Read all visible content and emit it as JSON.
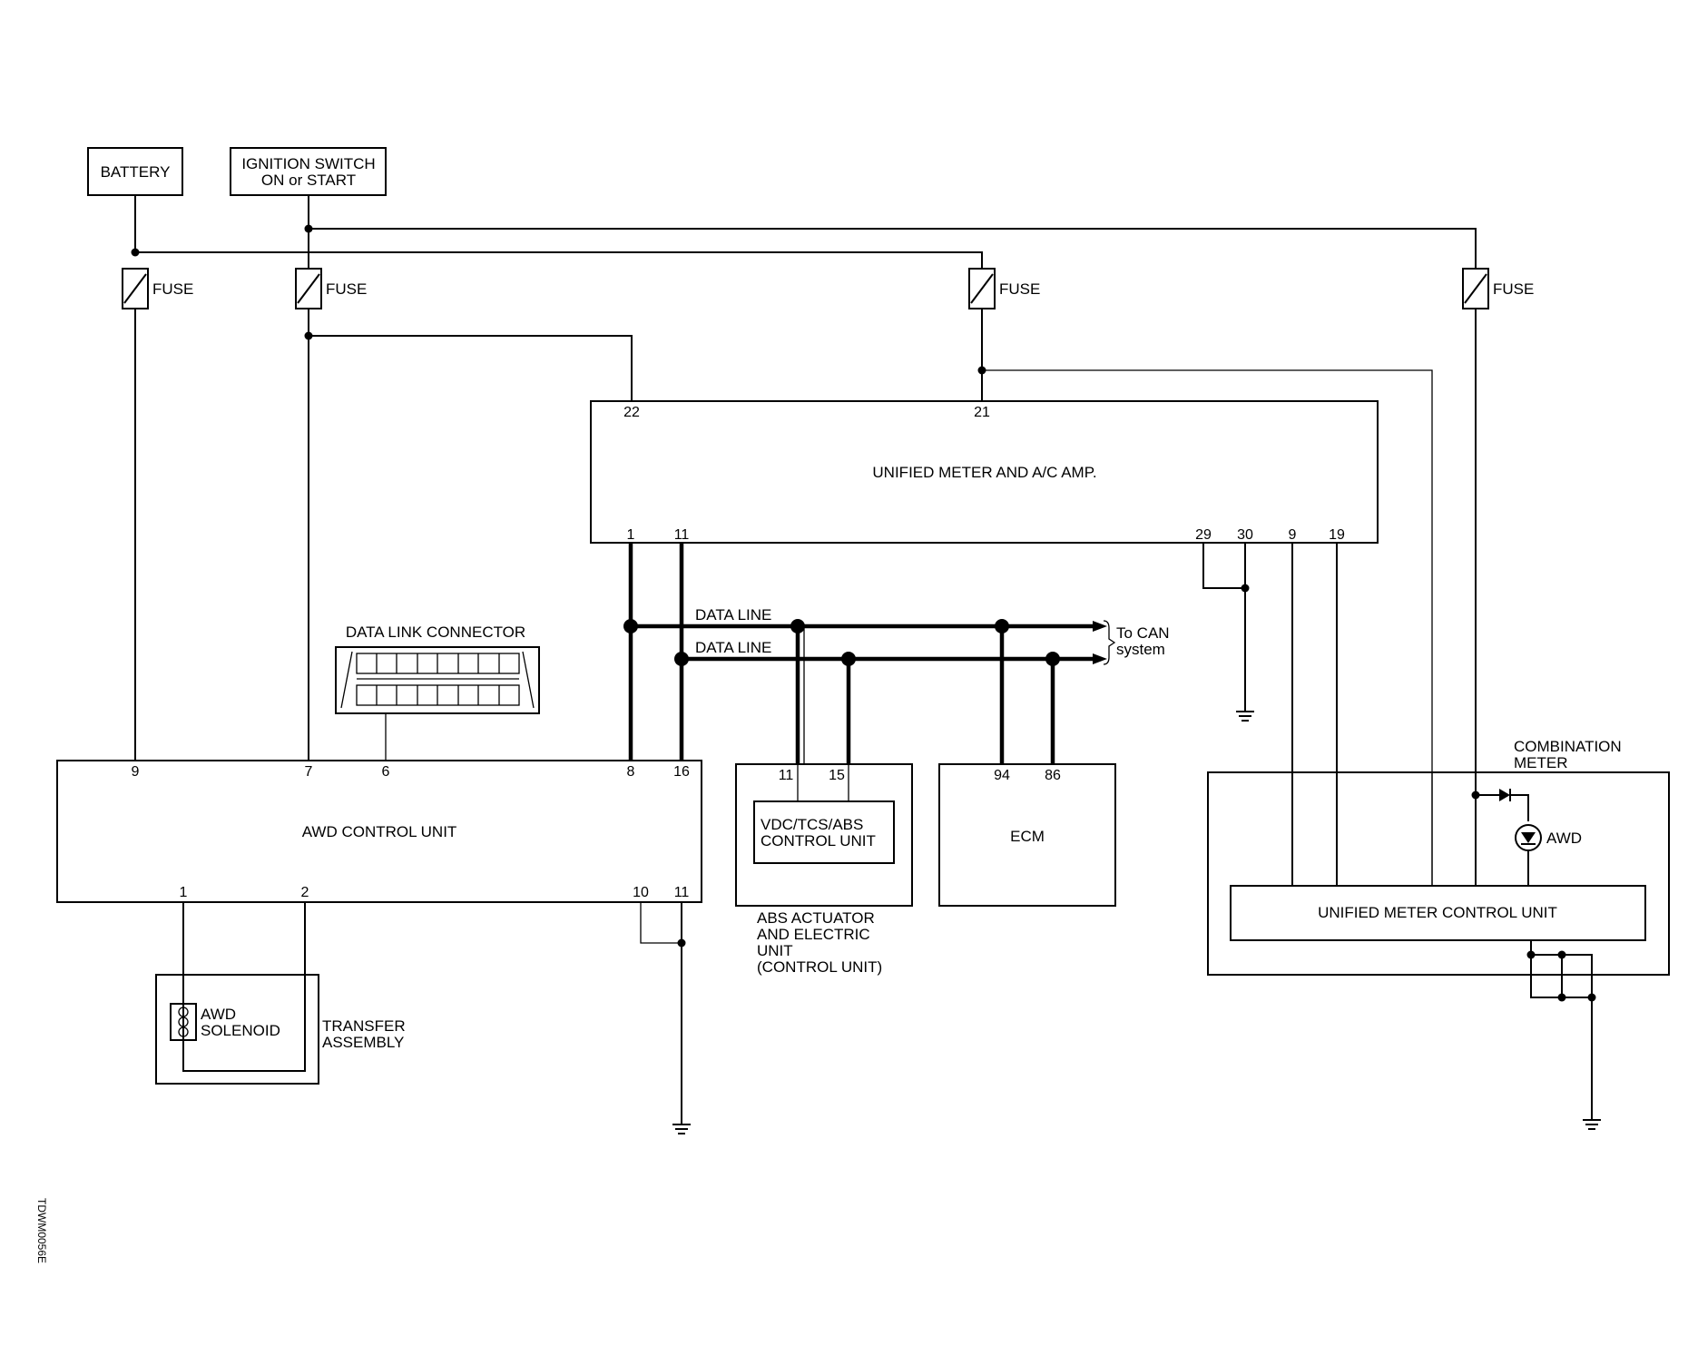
{
  "labels": {
    "battery": "BATTERY",
    "ignition_1": "IGNITION SWITCH",
    "ignition_2": "ON or START",
    "fuse": "FUSE",
    "unified_amp": "UNIFIED METER AND A/C AMP.",
    "data_link_connector": "DATA LINK CONNECTOR",
    "data_line": "DATA LINE",
    "to_can_1": "To CAN",
    "to_can_2": "system",
    "awd_control_unit": "AWD CONTROL UNIT",
    "vdc_1": "VDC/TCS/ABS",
    "vdc_2": "CONTROL UNIT",
    "abs_1": "ABS ACTUATOR",
    "abs_2": "AND ELECTRIC",
    "abs_3": "UNIT",
    "abs_4": "(CONTROL UNIT)",
    "ecm": "ECM",
    "combination_1": "COMBINATION",
    "combination_2": "METER",
    "awd_lamp": "AWD",
    "unified_meter_cu": "UNIFIED METER CONTROL UNIT",
    "solenoid_1": "AWD",
    "solenoid_2": "SOLENOID",
    "transfer_1": "TRANSFER",
    "transfer_2": "ASSEMBLY",
    "figure_code": "TDWM0056E"
  },
  "pins": {
    "amp_22": "22",
    "amp_21": "21",
    "amp_1": "1",
    "amp_11": "11",
    "amp_29": "29",
    "amp_30": "30",
    "amp_9": "9",
    "amp_19": "19",
    "awd_9": "9",
    "awd_7": "7",
    "awd_6": "6",
    "awd_8": "8",
    "awd_16": "16",
    "awd_1": "1",
    "awd_2": "2",
    "awd_10": "10",
    "awd_11": "11",
    "abs_11": "11",
    "abs_15": "15",
    "ecm_94": "94",
    "ecm_86": "86"
  },
  "colors": {
    "line": "#000000",
    "background": "#ffffff"
  }
}
